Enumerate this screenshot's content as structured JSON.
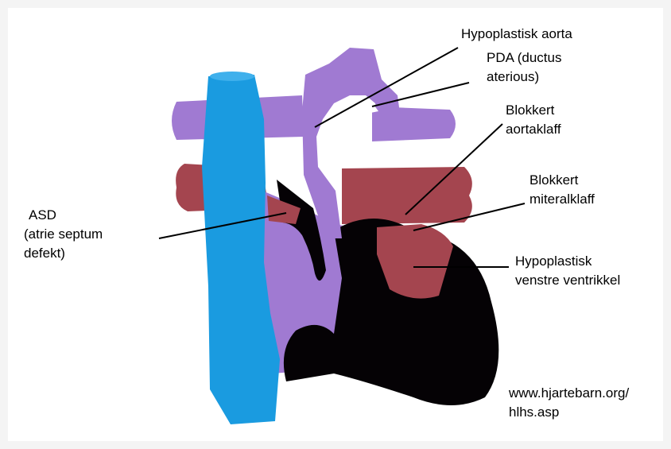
{
  "diagram": {
    "colors": {
      "background": "#f4f4f4",
      "panel": "#ffffff",
      "vena_cava": "#1a9be0",
      "aorta_purple": "#a07ad2",
      "pulmonary_red": "#a4454f",
      "dark": "#050205",
      "pointer": "#000000"
    },
    "labels": {
      "hypoplastic_aorta": "Hypoplastisk aorta",
      "pda_1": "PDA (ductus",
      "pda_2": "aterious)",
      "aortic_valve_1": "Blokkert",
      "aortic_valve_2": "aortaklaff",
      "mitral_valve_1": "Blokkert",
      "mitral_valve_2": "miteralklaff",
      "asd_1": "ASD",
      "asd_2": "(atrie septum",
      "asd_3": "defekt)",
      "ventricle_1": "Hypoplastisk",
      "ventricle_2": "venstre ventrikkel",
      "url_1": "www.hjartebarn.org/",
      "url_2": "hlhs.asp"
    }
  }
}
